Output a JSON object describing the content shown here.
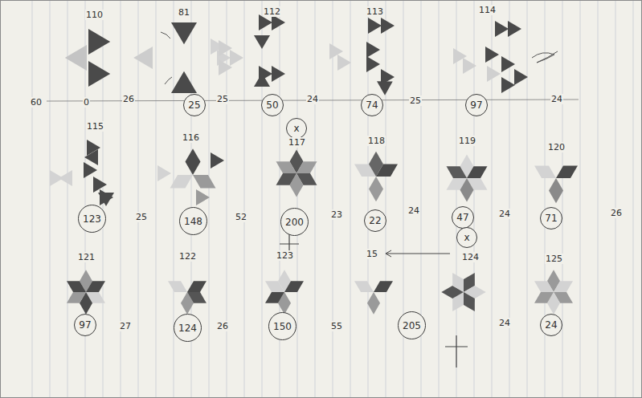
{
  "diagram": {
    "nodes": [
      {
        "text": [
          "25"
        ]
      },
      {
        "text": [
          "50"
        ]
      },
      {
        "text": [
          "74"
        ]
      },
      {
        "text": [
          "97"
        ]
      },
      {
        "text": [
          "x"
        ]
      },
      {
        "text": [
          "123"
        ]
      },
      {
        "text": [
          "148"
        ]
      },
      {
        "text": [
          "200"
        ]
      },
      {
        "text": [
          "22"
        ]
      },
      {
        "text": [
          "47"
        ]
      },
      {
        "text": [
          "71"
        ]
      },
      {
        "text": [
          "x"
        ]
      },
      {
        "text": [
          "97"
        ]
      },
      {
        "text": [
          "124"
        ]
      },
      {
        "text": [
          "150"
        ]
      },
      {
        "text": [
          "205"
        ]
      },
      {
        "text": [
          "24"
        ]
      }
    ],
    "labels": [
      "110",
      "81",
      "112",
      "113",
      "114",
      "60",
      "0",
      "26",
      "25",
      "24",
      "25",
      "24",
      "115",
      "116",
      "117",
      "118",
      "119",
      "120",
      "25",
      "52",
      "23",
      "24",
      "24",
      "26",
      "121",
      "122",
      "123",
      "15",
      "124",
      "125",
      "27",
      "26",
      "55",
      "24"
    ]
  }
}
